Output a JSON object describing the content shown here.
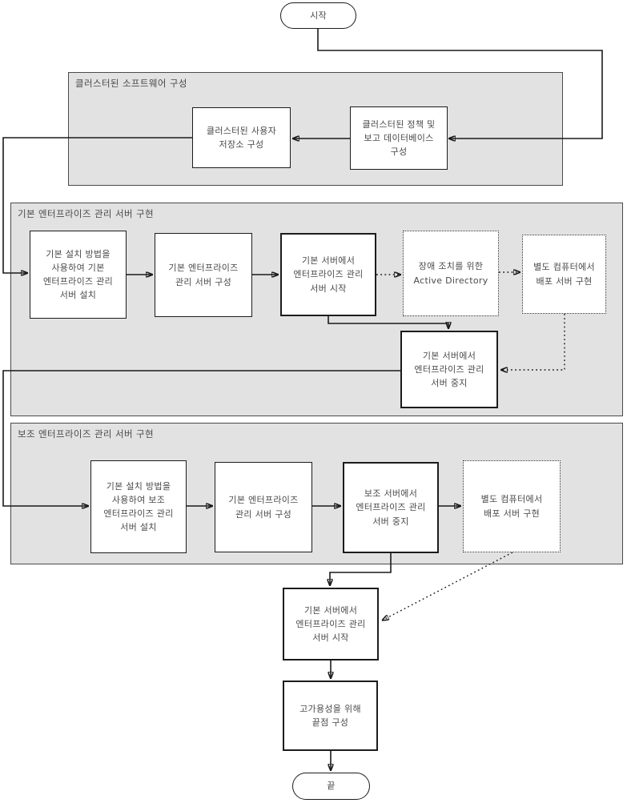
{
  "colors": {
    "group_fill": "#e2e2e2",
    "group_border": "#4a4a4a",
    "box_border": "#1c1c1c",
    "connector": "#1a1a1a",
    "text": "#4a4a4a"
  },
  "terminals": {
    "start": "시작",
    "end": "끝"
  },
  "groups": {
    "clustered": {
      "label": "클러스터된 소프트웨어 구성"
    },
    "primary": {
      "label": "기본 엔터프라이즈 관리 서버 구현"
    },
    "secondary": {
      "label": "보조 엔터프라이즈 관리 서버 구현"
    }
  },
  "nodes": {
    "cluster_policy_db": {
      "label": "클러스터된 정책 및\n보고 데이터베이스\n구성"
    },
    "cluster_user_store": {
      "label": "클러스터된 사용자\n저장소 구성"
    },
    "install_primary": {
      "label": "기본 설치 방법을\n사용하여 기본\n엔터프라이즈 관리\n서버 설치"
    },
    "configure_primary": {
      "label": "기본 엔터프라이즈\n관리 서버 구성"
    },
    "start_primary": {
      "label": "기본 서버에서\n엔터프라이즈 관리\n서버 시작"
    },
    "ad_failover": {
      "label": "장애 조치를 위한\nActive Directory"
    },
    "dist_server_primary": {
      "label": "별도 컴퓨터에서\n배포 서버 구현"
    },
    "stop_primary": {
      "label": "기본 서버에서\n엔터프라이즈 관리\n서버 중지"
    },
    "install_secondary": {
      "label": "기본 설치 방법을\n사용하여 보조\n엔터프라이즈 관리\n서버 설치"
    },
    "configure_secondary": {
      "label": "기본 엔터프라이즈\n관리 서버 구성"
    },
    "stop_secondary": {
      "label": "보조 서버에서\n엔터프라이즈 관리\n서버 중지"
    },
    "dist_server_secondary": {
      "label": "별도 컴퓨터에서\n배포 서버 구현"
    },
    "start_primary_final": {
      "label": "기본 서버에서\n엔터프라이즈 관리\n서버 시작"
    },
    "configure_endpoints": {
      "label": "고가용성을 위해\n끝점 구성"
    }
  }
}
